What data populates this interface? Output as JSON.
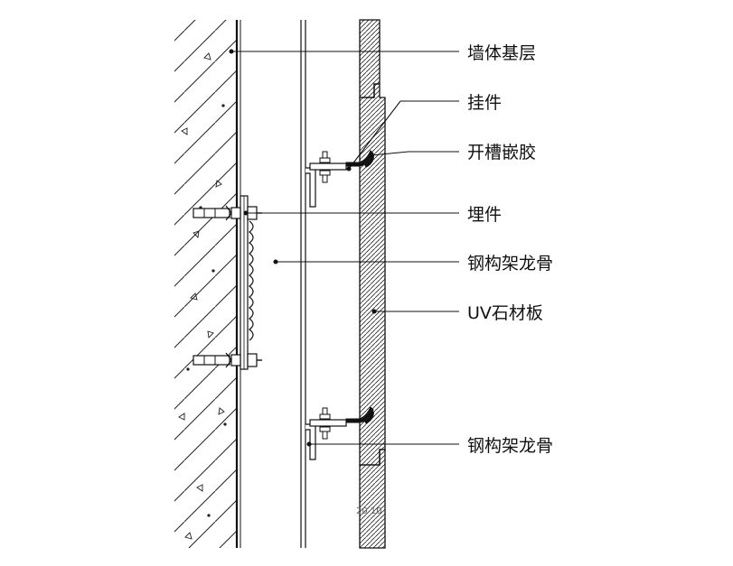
{
  "labels": {
    "wall_base": "墙体基层",
    "hanger": "挂件",
    "slot_glue": "开槽嵌胶",
    "embedded_part": "埋件",
    "steel_frame_keel_upper": "钢构架龙骨",
    "uv_stone_panel": "UV石材板",
    "steel_frame_keel_lower": "钢构架龙骨"
  },
  "dimension_text": "20 10",
  "colors": {
    "line": "#111111",
    "background": "#ffffff"
  }
}
